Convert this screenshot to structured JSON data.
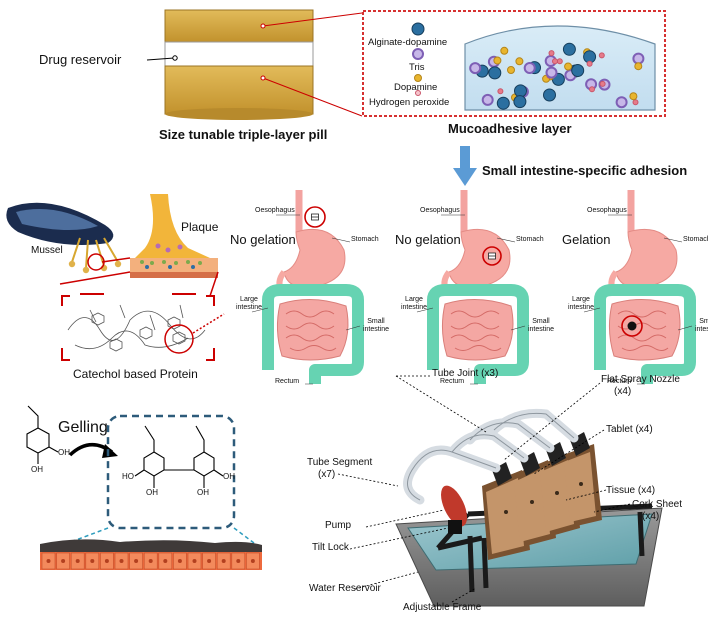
{
  "top": {
    "drug_reservoir": "Drug reservoir",
    "pill_caption": "Size tunable triple-layer pill",
    "mucoadhesive_caption": "Mucoadhesive layer",
    "legend": {
      "alginate_dopamine": "Alginate-dopamine",
      "tris": "Tris",
      "dopamine": "Dopamine",
      "hydrogen_peroxide": "Hydrogen peroxide"
    },
    "arrow_caption": "Small intestine-specific adhesion",
    "colors": {
      "pill_gold": "#d3a640",
      "dashed_box": "#d63131",
      "arrow_blue": "#5b9bd5",
      "alginate": "#2b6fa0",
      "tris": "#a58ad0",
      "dopamine": "#e8b52e",
      "h2o2": "#e57b8a"
    }
  },
  "mussel": {
    "mussel_label": "Mussel",
    "plaque_label": "Plaque",
    "protein_caption": "Catechol based Protein"
  },
  "gi_panels": [
    {
      "status": "No gelation",
      "oesophagus": "Oesophagus",
      "stomach": "Stomach",
      "large_intestine": "Large intestine",
      "small_intestine": "Small intestine",
      "rectum": "Rectum"
    },
    {
      "status": "No gelation",
      "oesophagus": "Oesophagus",
      "stomach": "Stomach",
      "large_intestine": "Large intestine",
      "small_intestine": "Small intestine",
      "rectum": "Rectum"
    },
    {
      "status": "Gelation",
      "oesophagus": "Oesophagus",
      "stomach": "Stomach",
      "large_intestine": "Large intestine",
      "small_intestine": "Small intestine",
      "rectum": "Rectum"
    }
  ],
  "gelling": {
    "label": "Gelling",
    "oh": "OH",
    "ho": "HO"
  },
  "apparatus": {
    "tube_joint": "Tube Joint (x3)",
    "flat_spray_nozzle": "Flat Spray Nozzle",
    "flat_spray_nozzle_count": "(x4)",
    "tablet": "Tablet (x4)",
    "tube_segment": "Tube Segment",
    "tube_segment_count": "(x7)",
    "tissue": "Tissue (x4)",
    "cork_sheet": "Cork Sheet",
    "cork_sheet_count": "(x4)",
    "pump": "Pump",
    "tilt_lock": "Tilt Lock",
    "water_reservoir": "Water Reservoir",
    "adjustable_frame": "Adjustable Frame"
  }
}
